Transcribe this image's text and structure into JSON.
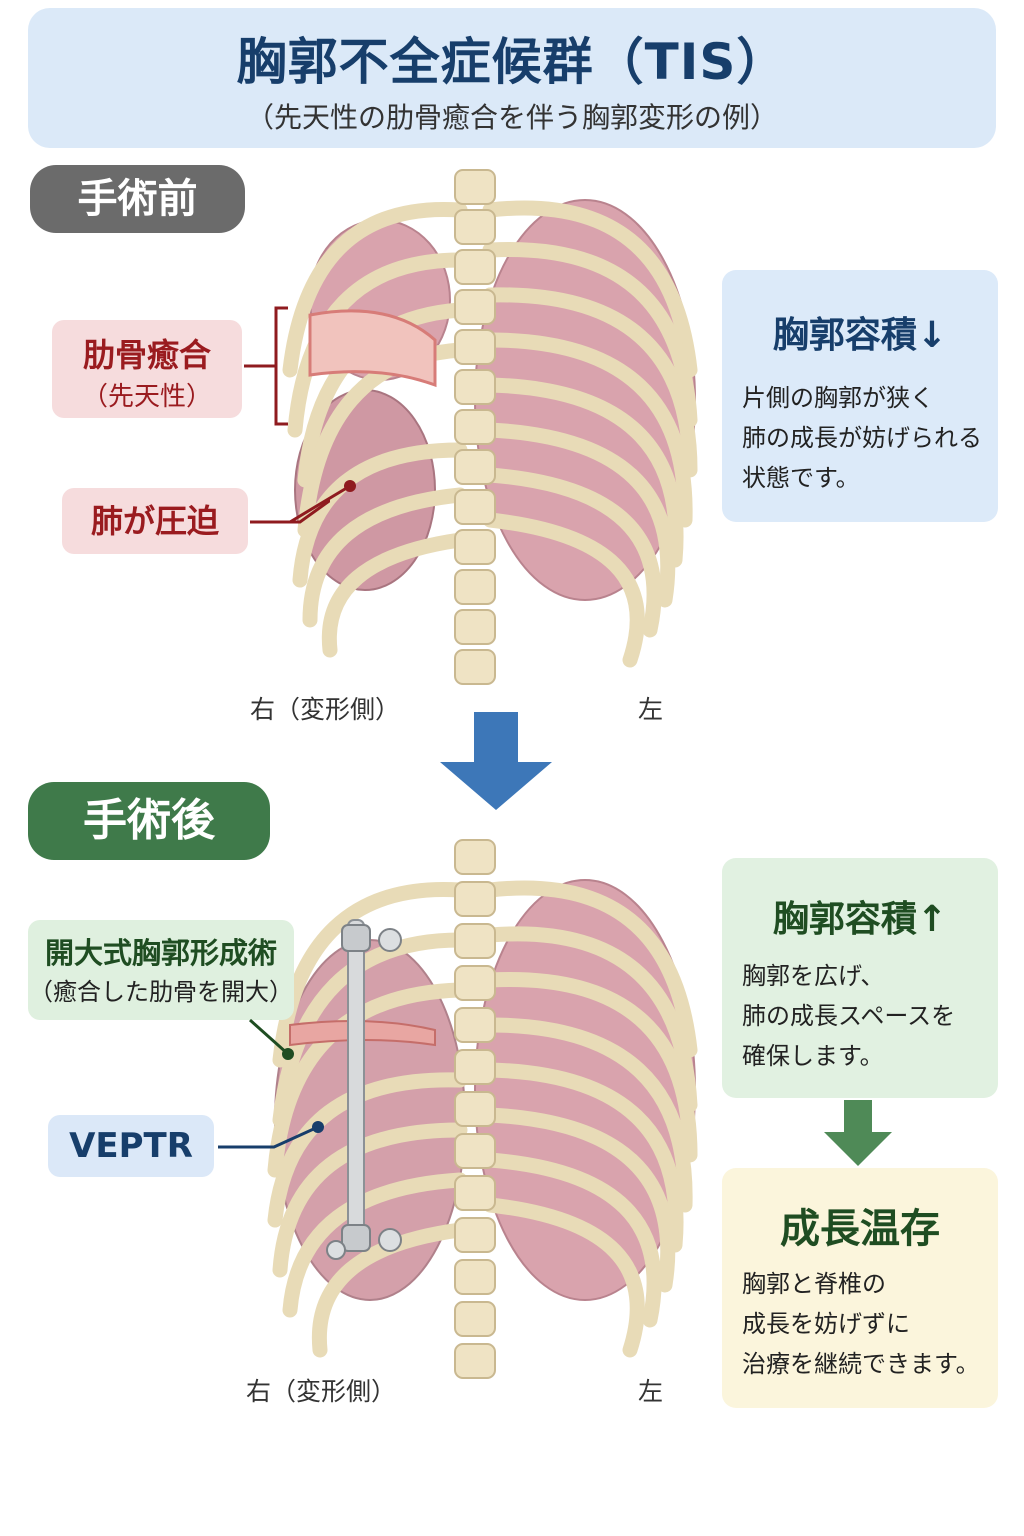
{
  "header": {
    "title": "胸郭不全症候群（TIS）",
    "subtitle": "（先天性の肋骨癒合を伴う胸郭変形の例）"
  },
  "before": {
    "label": "手術前",
    "fusion_title": "肋骨癒合",
    "fusion_sub": "（先天性）",
    "lung_label": "肺が圧迫",
    "right_side": "右（変形側）",
    "left_side": "左",
    "info": {
      "title": "胸郭容積",
      "arrow": "↓",
      "body": "片側の胸郭が狭く\n肺の成長が妨げられる\n状態です。"
    }
  },
  "after": {
    "label": "手術後",
    "procedure_title": "開大式胸郭形成術",
    "procedure_sub": "（癒合した肋骨を開大）",
    "device_label": "VEPTR",
    "right_side": "右（変形側）",
    "left_side": "左",
    "info": {
      "title": "胸郭容積",
      "arrow": "↑",
      "body": "胸郭を広げ、\n肺の成長スペースを\n確保します。"
    },
    "result": {
      "title": "成長温存",
      "body": "胸郭と脊椎の\n成長を妨げずに\n治療を継続できます。"
    }
  },
  "colors": {
    "header_bg": "#dbe9f8",
    "title": "#173e6b",
    "before_pill": "#6b6b6b",
    "after_pill": "#3f7a4a",
    "arrow_blue": "#3d77b8",
    "arrow_green": "#4f8a57",
    "rib": "#efe3c4",
    "lung": "#d9a3ad"
  }
}
